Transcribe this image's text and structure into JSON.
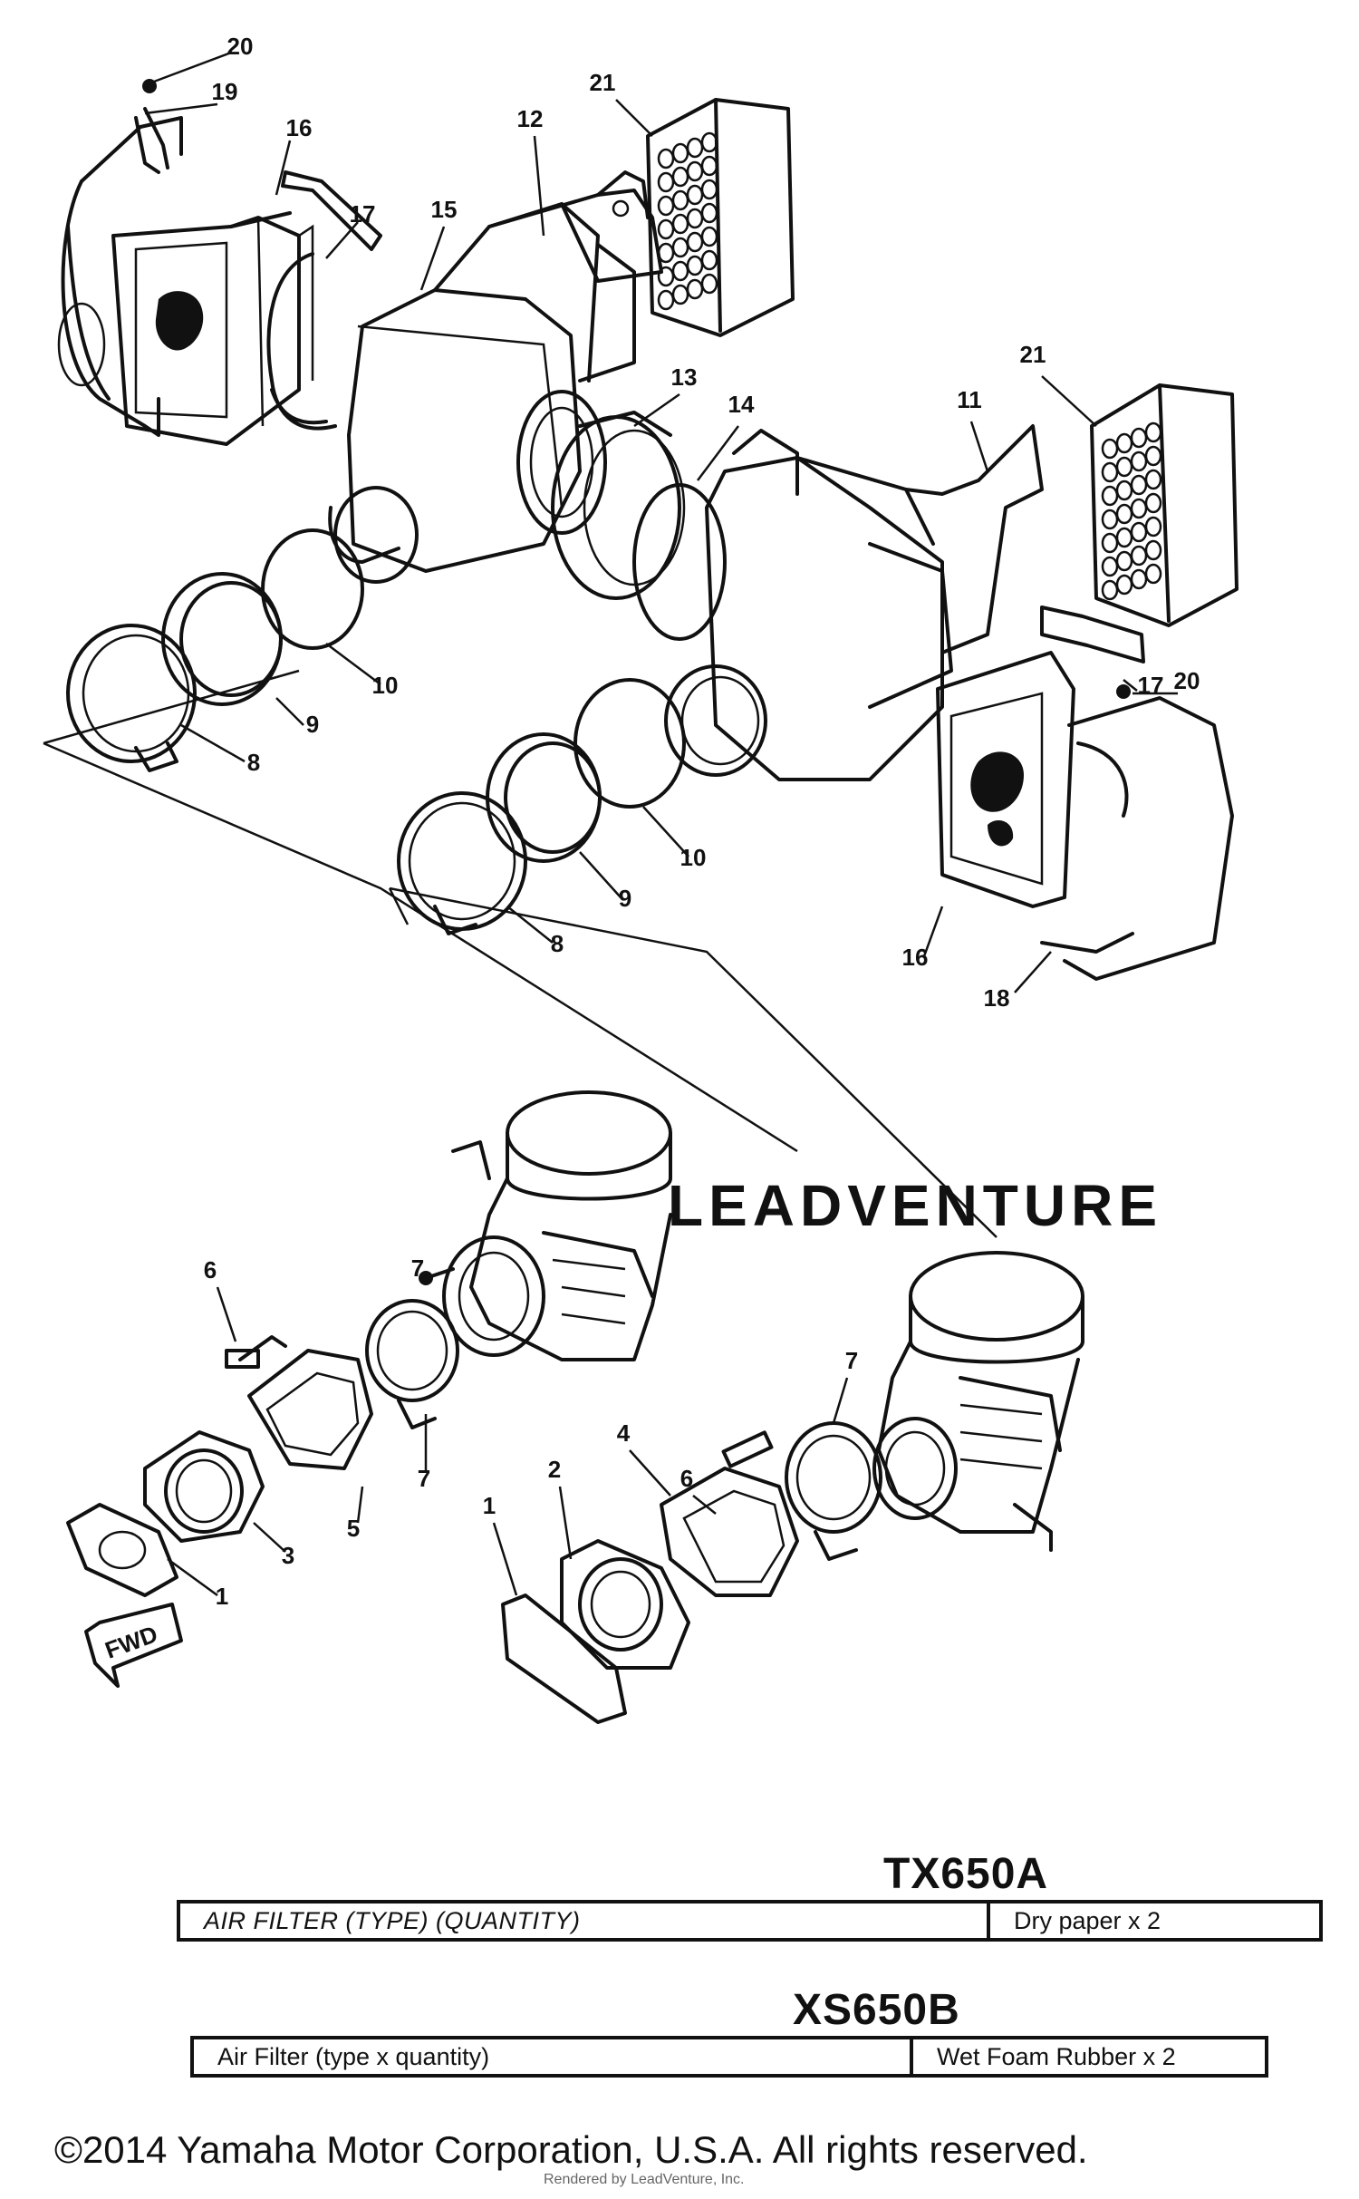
{
  "watermark": "LEADVENTURE",
  "callouts": [
    "1",
    "2",
    "3",
    "4",
    "5",
    "6",
    "7",
    "8",
    "9",
    "10",
    "11",
    "12",
    "13",
    "14",
    "15",
    "16",
    "17",
    "18",
    "19",
    "20",
    "21"
  ],
  "fwd_label": "FWD",
  "models": [
    {
      "name": "TX650A",
      "row_label": "AIR FILTER (TYPE) (QUANTITY)",
      "row_value": "Dry paper x 2"
    },
    {
      "name": "XS650B",
      "row_label": "Air Filter (type x quantity)",
      "row_value": "Wet Foam Rubber x 2"
    }
  ],
  "copyright": "©2014 Yamaha Motor Corporation, U.S.A. All rights reserved.",
  "rendered_note": "Rendered by LeadVenture, Inc."
}
